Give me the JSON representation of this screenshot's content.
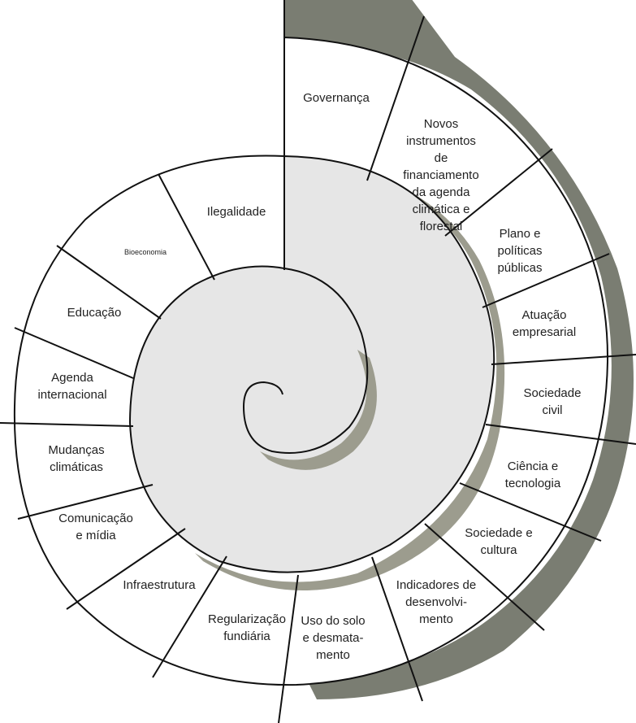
{
  "colors": {
    "shadow": "#7a7d72",
    "inner_fill": "#e6e6e6",
    "inner_shadow": "#9c9c8e",
    "line": "#111111",
    "text": "#222222"
  },
  "segments": [
    {
      "id": "governanca",
      "lines": [
        "Governança"
      ]
    },
    {
      "id": "novos-instrumentos",
      "lines": [
        "Novos",
        "instrumentos",
        "de",
        "financiamento",
        "da agenda",
        "climática e",
        "florestal"
      ]
    },
    {
      "id": "plano-politicas",
      "lines": [
        "Plano e",
        "políticas",
        "públicas"
      ]
    },
    {
      "id": "atuacao-empresarial",
      "lines": [
        "Atuação",
        "empresarial"
      ]
    },
    {
      "id": "sociedade-civil",
      "lines": [
        "Sociedade",
        "civil"
      ]
    },
    {
      "id": "ciencia-tecnologia",
      "lines": [
        "Ciência e",
        "tecnologia"
      ]
    },
    {
      "id": "sociedade-cultura",
      "lines": [
        "Sociedade e",
        "cultura"
      ]
    },
    {
      "id": "indicadores",
      "lines": [
        "Indicadores de",
        "desenvolvi-",
        "mento"
      ]
    },
    {
      "id": "uso-solo",
      "lines": [
        "Uso do solo",
        "e desmata-",
        "mento"
      ]
    },
    {
      "id": "regularizacao",
      "lines": [
        "Regularização",
        "fundiária"
      ]
    },
    {
      "id": "infraestrutura",
      "lines": [
        "Infraestrutura"
      ]
    },
    {
      "id": "comunicacao",
      "lines": [
        "Comunicação",
        "e mídia"
      ]
    },
    {
      "id": "mudancas",
      "lines": [
        "Mudanças",
        "climáticas"
      ]
    },
    {
      "id": "agenda-internacional",
      "lines": [
        "Agenda",
        "internacional"
      ]
    },
    {
      "id": "educacao",
      "lines": [
        "Educação"
      ]
    },
    {
      "id": "bioeconomia",
      "lines": [
        "Bioeconomia"
      ]
    },
    {
      "id": "ilegalidade",
      "lines": [
        "Ilegalidade"
      ]
    }
  ]
}
